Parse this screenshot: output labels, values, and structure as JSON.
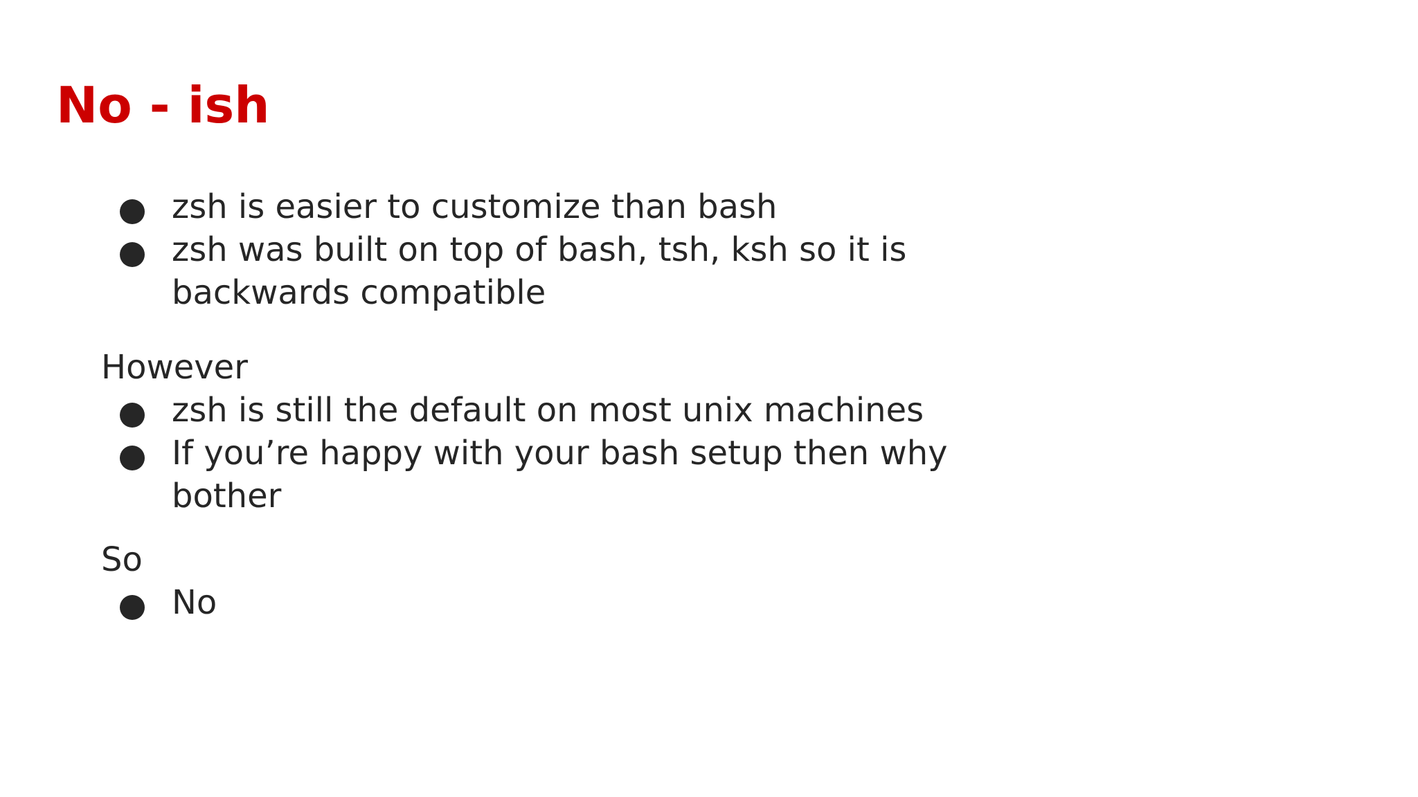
{
  "slide": {
    "title": "No - ish",
    "title_color": "#cc0000",
    "text_color": "#262626",
    "bullet_icon": "filled-circle-icon",
    "sections": [
      {
        "heading": "",
        "items": [
          "zsh is easier to customize than bash",
          "zsh was built on top of bash, tsh, ksh so it is backwards compatible"
        ]
      },
      {
        "heading": "However",
        "items": [
          "zsh is still the default on most unix machines",
          "If you’re happy with your bash setup then why bother"
        ]
      },
      {
        "heading": "So",
        "items": [
          "No"
        ]
      }
    ]
  }
}
